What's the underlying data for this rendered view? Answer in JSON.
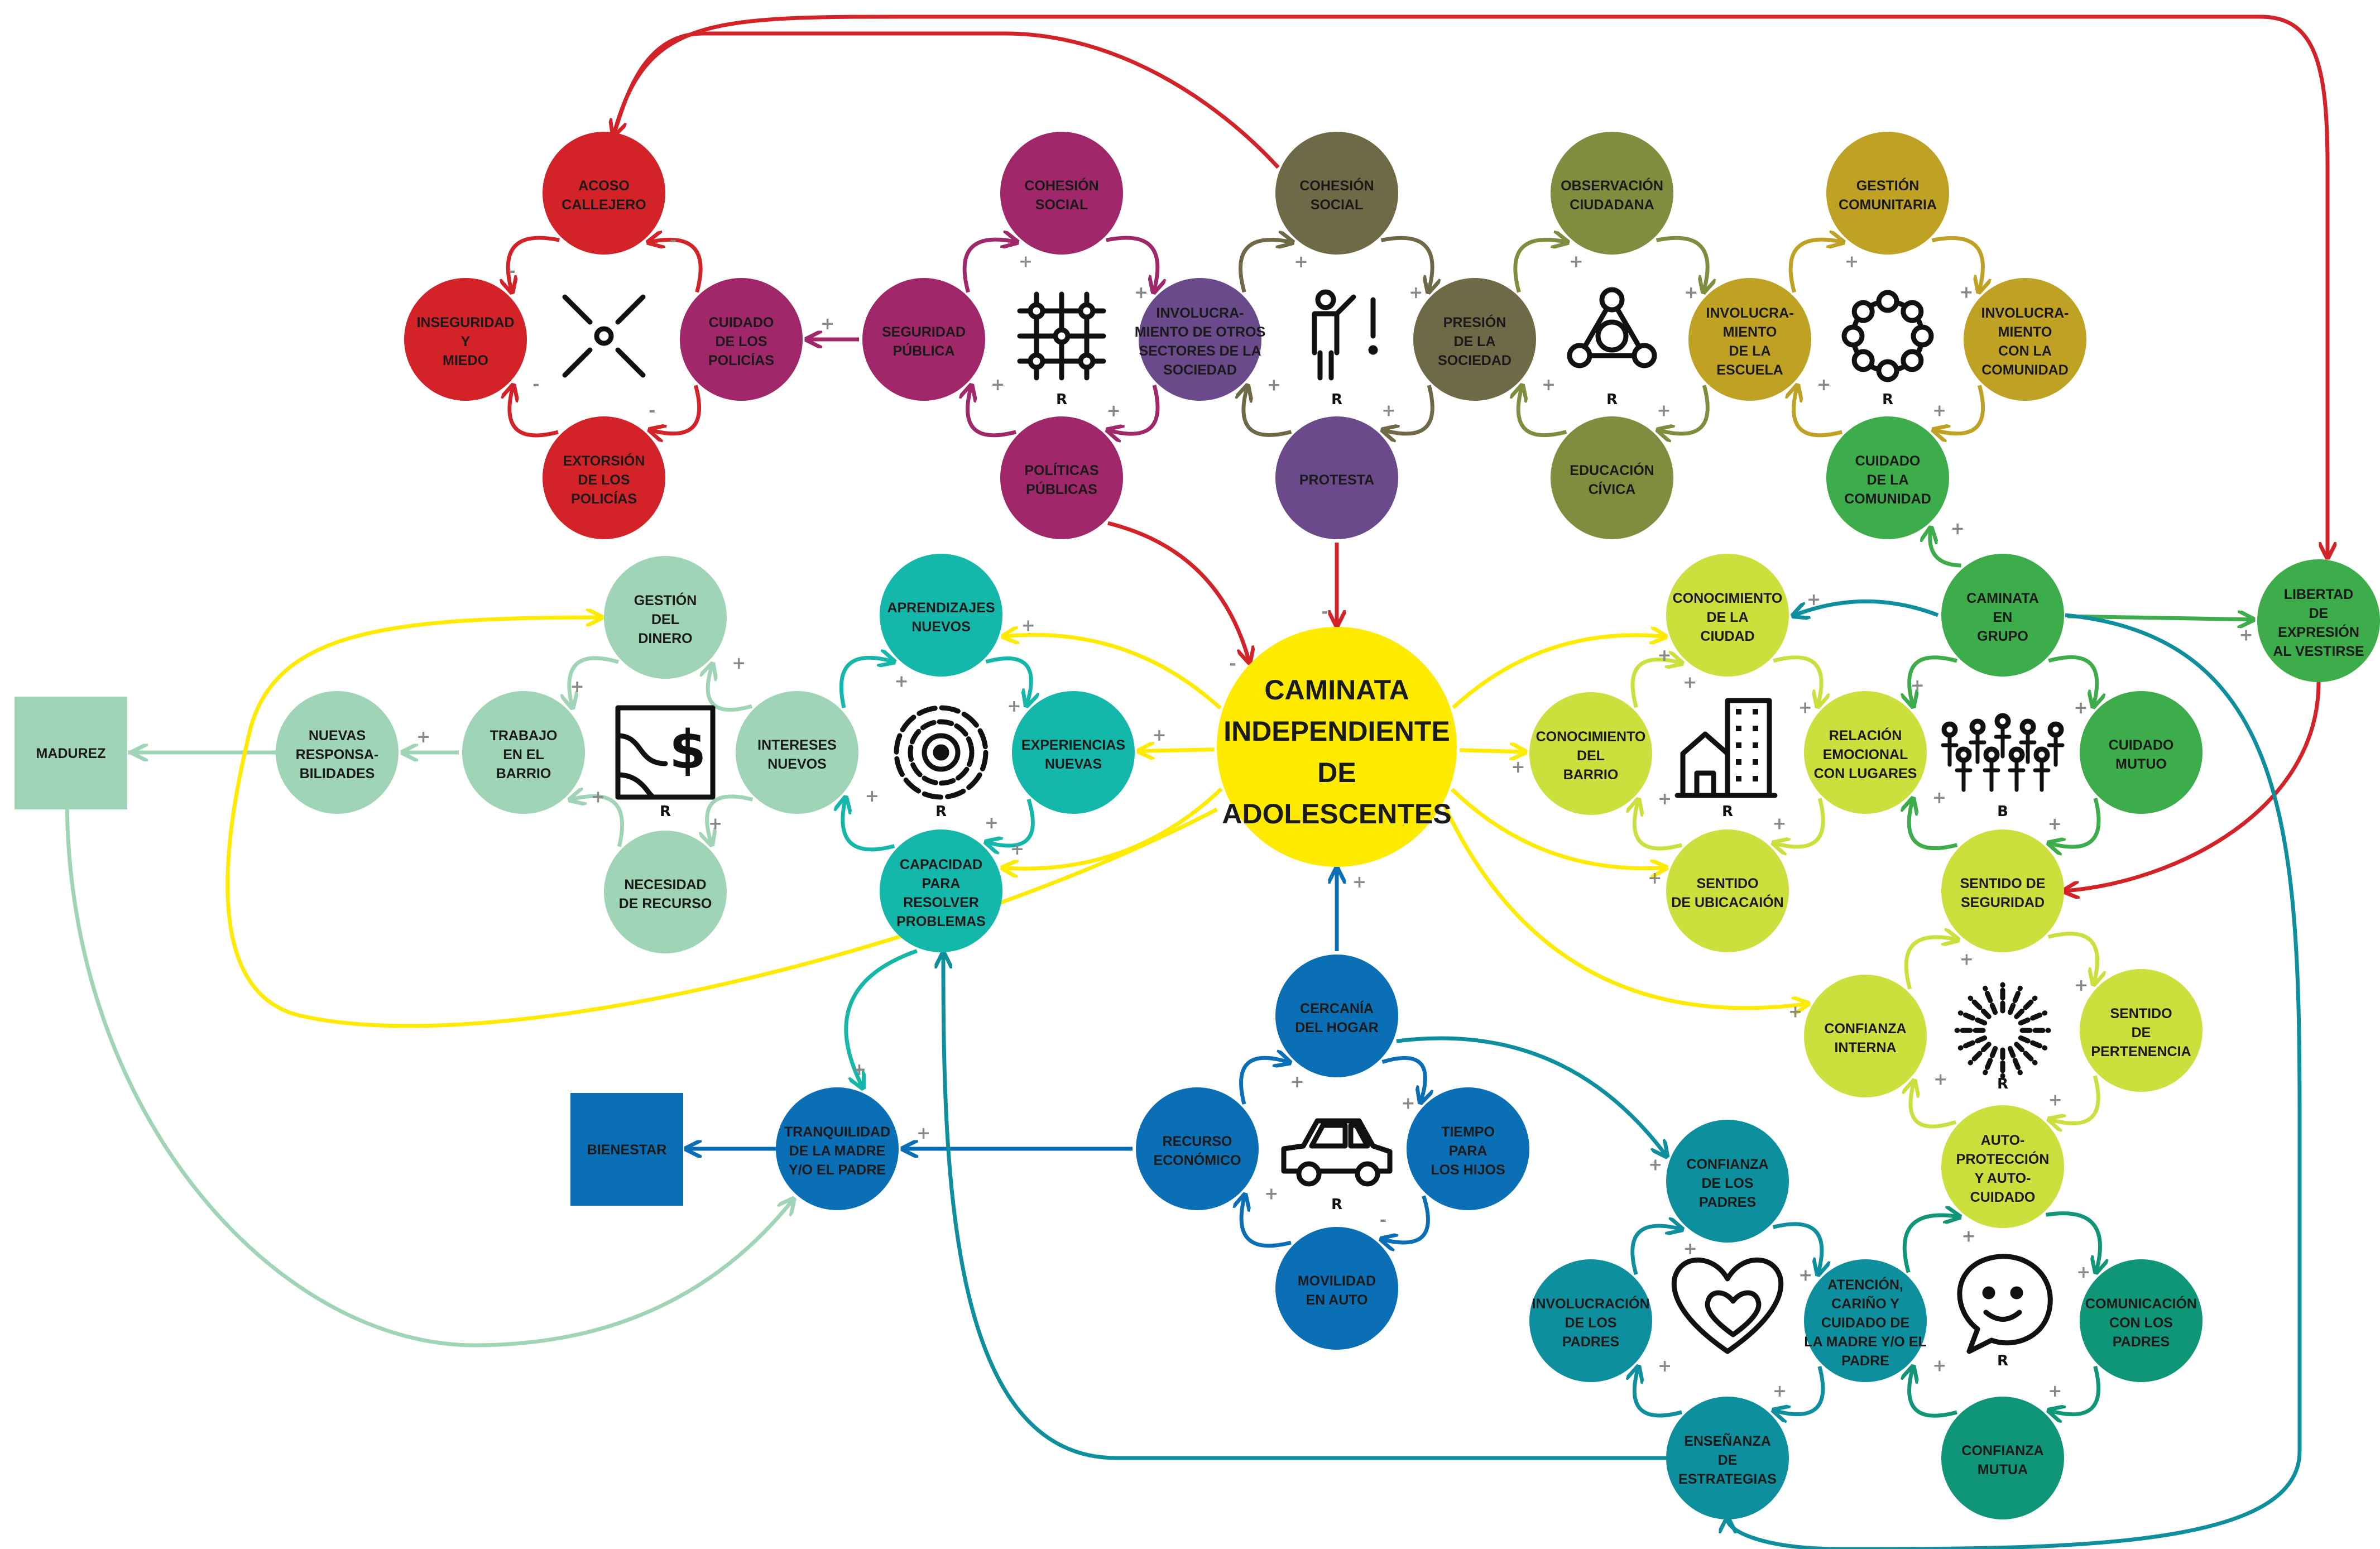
{
  "nodes": [
    {
      "id": "acoso",
      "text": "ACOSO\nCALLEJERO",
      "color": "#d42229"
    },
    {
      "id": "inseg",
      "text": "INSEGURIDAD\nY\nMIEDO",
      "color": "#d42229"
    },
    {
      "id": "cuidpol",
      "text": "CUIDADO\nDE LOS\nPOLICÍAS",
      "color": "#a0286a"
    },
    {
      "id": "extorsion",
      "text": "EXTORSIÓN\nDE LOS\nPOLICÍAS",
      "color": "#d42229"
    },
    {
      "id": "cohsoc1",
      "text": "COHESIÓN\nSOCIAL",
      "color": "#a0286a"
    },
    {
      "id": "segpub",
      "text": "SEGURIDAD\nPÚBLICA",
      "color": "#a0286a"
    },
    {
      "id": "polpub",
      "text": "POLÍTICAS\nPÚBLICAS",
      "color": "#a0286a"
    },
    {
      "id": "invotros",
      "text": "INVOLUCRA-\nMIENTO DE OTROS\nSECTORES DE LA\nSOCIEDAD",
      "color": "#6b4a8b"
    },
    {
      "id": "cohsoc2",
      "text": "COHESIÓN\nSOCIAL",
      "color": "#6e6a47"
    },
    {
      "id": "protesta",
      "text": "PROTESTA",
      "color": "#6b4a8b"
    },
    {
      "id": "presion",
      "text": "PRESIÓN\nDE LA\nSOCIEDAD",
      "color": "#6e6a47"
    },
    {
      "id": "observ",
      "text": "OBSERVACIÓN\nCIUDADANA",
      "color": "#7f8e3e"
    },
    {
      "id": "educ",
      "text": "EDUCACIÓN\nCÍVICA",
      "color": "#7f8e3e"
    },
    {
      "id": "invescuela",
      "text": "INVOLUCRA-\nMIENTO\nDE LA\nESCUELA",
      "color": "#bfa124"
    },
    {
      "id": "gestcom",
      "text": "GESTIÓN\nCOMUNITARIA",
      "color": "#bfa124"
    },
    {
      "id": "invcom",
      "text": "INVOLUCRA-\nMIENTO\nCON LA\nCOMUNIDAD",
      "color": "#bfa124"
    },
    {
      "id": "cuidcom",
      "text": "CUIDADO\nDE LA\nCOMUNIDAD",
      "color": "#3dac4a"
    },
    {
      "id": "caminata",
      "text": "CAMINATA\nEN\nGRUPO",
      "color": "#3dac4a"
    },
    {
      "id": "libertad",
      "text": "LIBERTAD\nDE\nEXPRESIÓN\nAL VESTIRSE",
      "color": "#3dac4a"
    },
    {
      "id": "cuidmutuo",
      "text": "CUIDADO\nMUTUO",
      "color": "#3dac4a"
    },
    {
      "id": "conciudad",
      "text": "CONOCIMIENTO\nDE LA\nCIUDAD",
      "color": "#cbe03c"
    },
    {
      "id": "conbarrio",
      "text": "CONOCIMIENTO\nDEL\nBARRIO",
      "color": "#cbe03c"
    },
    {
      "id": "relemo",
      "text": "RELACIÓN\nEMOCIONAL\nCON LUGARES",
      "color": "#cbe03c"
    },
    {
      "id": "sentubic",
      "text": "SENTIDO\nDE UBICACAIÓN",
      "color": "#cbe03c"
    },
    {
      "id": "sentseg",
      "text": "SENTIDO DE\nSEGURIDAD",
      "color": "#cbe03c"
    },
    {
      "id": "confint",
      "text": "CONFIANZA\nINTERNA",
      "color": "#cbe03c"
    },
    {
      "id": "sentpert",
      "text": "SENTIDO\nDE\nPERTENENCIA",
      "color": "#cbe03c"
    },
    {
      "id": "autoprot",
      "text": "AUTO-\nPROTECCIÓN\nY AUTO-\nCUIDADO",
      "color": "#cbe03c"
    },
    {
      "id": "gestdin",
      "text": "GESTIÓN\nDEL\nDINERO",
      "color": "#9fd4b6"
    },
    {
      "id": "nuevresp",
      "text": "NUEVAS\nRESPONSA-\nBILIDADES",
      "color": "#9fd4b6"
    },
    {
      "id": "trabajo",
      "text": "TRABAJO\nEN EL\nBARRIO",
      "color": "#9fd4b6"
    },
    {
      "id": "intnuevos",
      "text": "INTERESES\nNUEVOS",
      "color": "#9fd4b6"
    },
    {
      "id": "necrec",
      "text": "NECESIDAD\nDE RECURSO",
      "color": "#9fd4b6"
    },
    {
      "id": "aprend",
      "text": "APRENDIZAJES\nNUEVOS",
      "color": "#14b8aa"
    },
    {
      "id": "expnuevas",
      "text": "EXPERIENCIAS\nNUEVAS",
      "color": "#14b8aa"
    },
    {
      "id": "capacidad",
      "text": "CAPACIDAD\nPARA\nRESOLVER\nPROBLEMAS",
      "color": "#14b8aa"
    },
    {
      "id": "cercania",
      "text": "CERCANÍA\nDEL HOGAR",
      "color": "#0a6fb5"
    },
    {
      "id": "recurso",
      "text": "RECURSO\nECONÓMICO",
      "color": "#0a6fb5"
    },
    {
      "id": "tiempo",
      "text": "TIEMPO\nPARA\nLOS HIJOS",
      "color": "#0a6fb5"
    },
    {
      "id": "movilidad",
      "text": "MOVILIDAD\nEN AUTO",
      "color": "#0a6fb5"
    },
    {
      "id": "tranq",
      "text": "TRANQUILIDAD\nDE LA MADRE\nY/O EL PADRE",
      "color": "#0a6fb5"
    },
    {
      "id": "confpadres",
      "text": "CONFIANZA\nDE LOS\nPADRES",
      "color": "#0e8f9d"
    },
    {
      "id": "invpadres",
      "text": "INVOLUCRACIÓN\nDE LOS\nPADRES",
      "color": "#0e8f9d"
    },
    {
      "id": "atencion",
      "text": "ATENCIÓN,\nCARIÑO Y\nCUIDADO DE\nLA MADRE Y/O EL\nPADRE",
      "color": "#0e8f9d"
    },
    {
      "id": "ensenanza",
      "text": "ENSEÑANZA\nDE\nESTRATEGIAS",
      "color": "#0e8f9d"
    },
    {
      "id": "comunic",
      "text": "COMUNICACIÓN\nCON LOS\nPADRES",
      "color": "#0f9578"
    },
    {
      "id": "confmutua",
      "text": "CONFIANZA\nMUTUA",
      "color": "#0f9578"
    }
  ],
  "center": {
    "text": "CAMINATA\nINDEPENDIENTE\nDE\nADOLESCENTES",
    "color": "#ffeb00"
  },
  "boxes": [
    {
      "id": "madurez",
      "text": "MADUREZ",
      "color": "#9fd4b6"
    },
    {
      "id": "bienestar",
      "text": "BIENESTAR",
      "color": "#0a6fb5"
    }
  ],
  "loop_tags": [
    "R",
    "R",
    "R",
    "R",
    "R",
    "R",
    "R",
    "B",
    "R",
    "R",
    "R"
  ],
  "icons": [
    "cross-icon",
    "grid-icon",
    "protester-icon",
    "triad-icon",
    "ring-icon",
    "map-money-icon",
    "target-icon",
    "city-icon",
    "group-icon",
    "burst-icon",
    "car-icon",
    "hearts-icon",
    "smiley-icon"
  ],
  "colors": {
    "red": "#d42229",
    "magenta": "#a0286a",
    "purple": "#6b4a8b",
    "olive": "#6e6a47",
    "olive_green": "#7f8e3e",
    "mustard": "#bfa124",
    "green": "#3dac4a",
    "lime": "#cbe03c",
    "mint": "#9fd4b6",
    "turquoise": "#14b8aa",
    "blue": "#0a6fb5",
    "teal": "#0e8f9d",
    "sea_green": "#0f9578",
    "yellow": "#ffeb00"
  }
}
